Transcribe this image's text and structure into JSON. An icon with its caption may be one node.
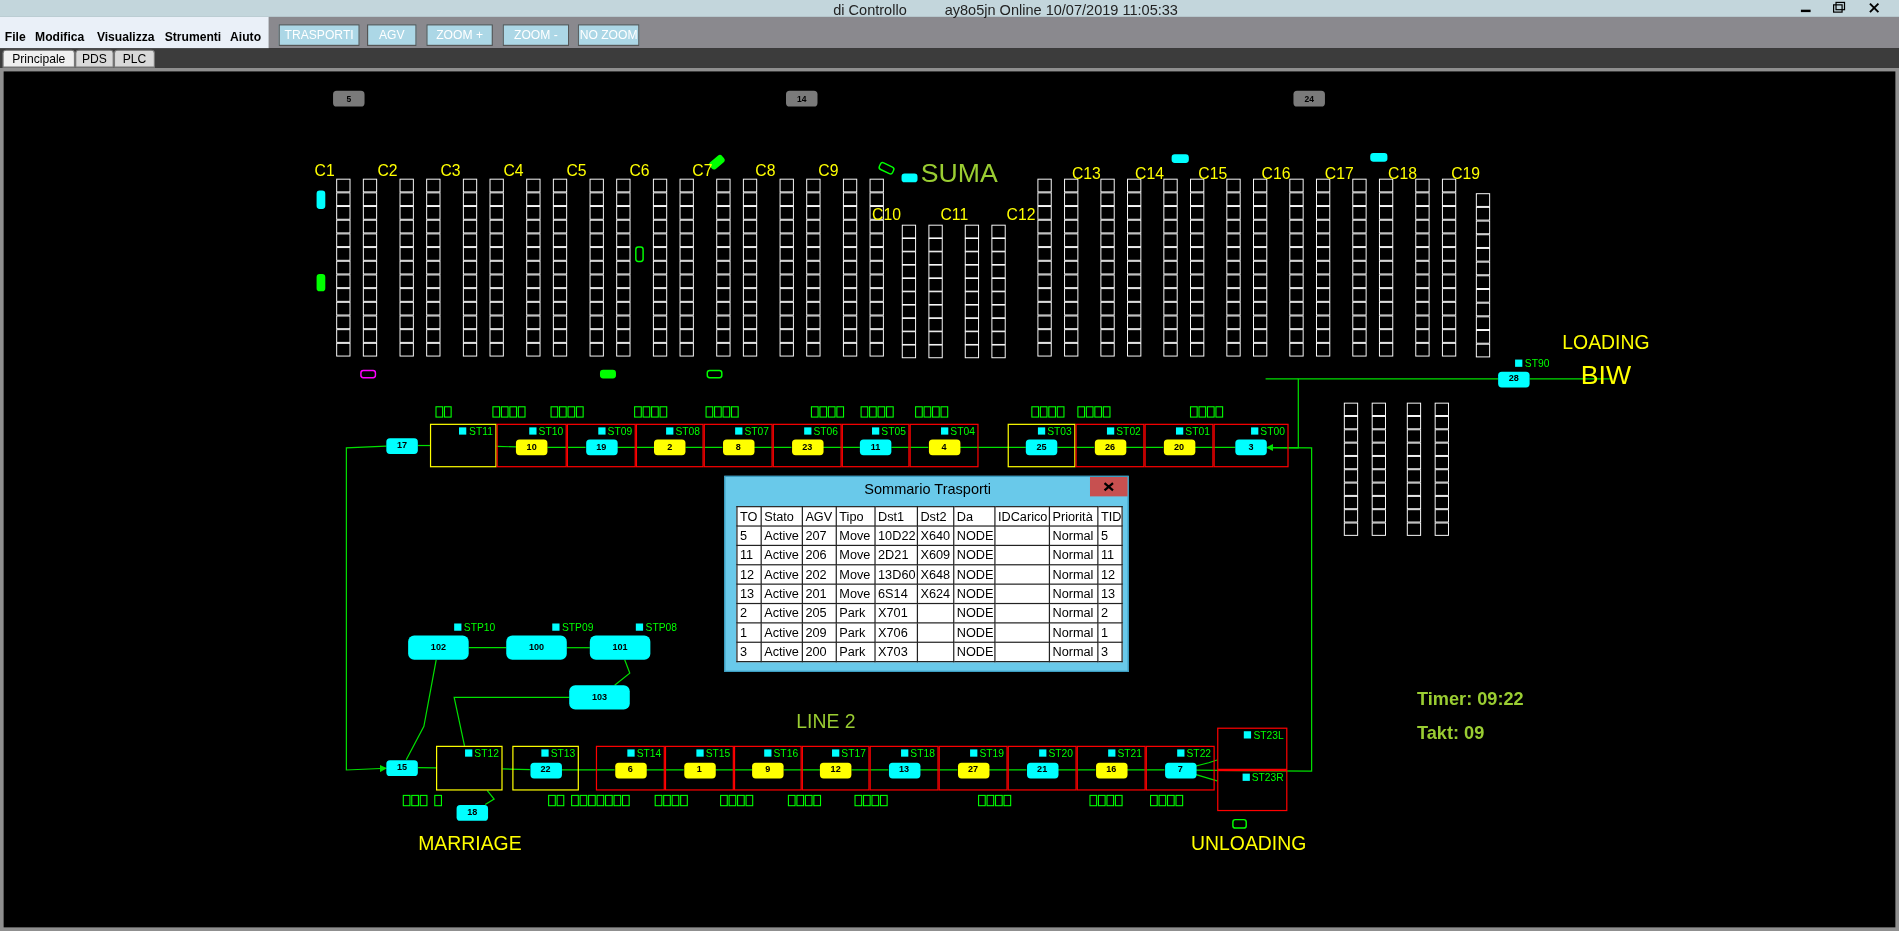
{
  "diagram": {
    "nodes": [
      {
        "text": [
          "17"
        ]
      },
      {
        "text": [
          "ST11"
        ]
      },
      {
        "text": [
          "ST10"
        ]
      },
      {
        "text": [
          "10"
        ],
        "in": 2
      },
      {
        "text": [
          "ST09"
        ]
      },
      {
        "text": [
          "19"
        ],
        "in": 4
      },
      {
        "text": [
          "ST08"
        ]
      },
      {
        "text": [
          "2"
        ],
        "in": 6
      },
      {
        "text": [
          "ST07"
        ]
      },
      {
        "text": [
          "8"
        ],
        "in": 8
      },
      {
        "text": [
          "ST06"
        ]
      },
      {
        "text": [
          "23"
        ],
        "in": 10
      },
      {
        "text": [
          "ST05"
        ]
      },
      {
        "text": [
          "11"
        ],
        "in": 12
      },
      {
        "text": [
          "ST04"
        ]
      },
      {
        "text": [
          "4"
        ],
        "in": 14
      },
      {
        "text": [
          "ST03"
        ]
      },
      {
        "text": [
          "25"
        ],
        "in": 16
      },
      {
        "text": [
          "ST02"
        ]
      },
      {
        "text": [
          "26"
        ],
        "in": 18
      },
      {
        "text": [
          "ST01"
        ]
      },
      {
        "text": [
          "20"
        ],
        "in": 20
      },
      {
        "text": [
          "ST00"
        ]
      },
      {
        "text": [
          "3"
        ],
        "in": 22
      },
      {
        "text": [
          "28"
        ],
        "beside": [
          "ST90"
        ]
      },
      {
        "text": [
          "102"
        ],
        "beside": [
          "STP10"
        ]
      },
      {
        "text": [
          "100"
        ],
        "beside": [
          "STP09"
        ]
      },
      {
        "text": [
          "101"
        ],
        "beside": [
          "STP08"
        ]
      },
      {
        "text": [
          "103"
        ]
      },
      {
        "text": [
          "15"
        ]
      },
      {
        "text": [
          "ST12"
        ]
      },
      {
        "text": [
          "18"
        ]
      },
      {
        "text": [
          "ST13"
        ]
      },
      {
        "text": [
          "22"
        ],
        "in": 32
      },
      {
        "text": [
          "ST14"
        ]
      },
      {
        "text": [
          "6"
        ],
        "in": 34
      },
      {
        "text": [
          "ST15"
        ]
      },
      {
        "text": [
          "1"
        ],
        "in": 36
      },
      {
        "text": [
          "ST16"
        ]
      },
      {
        "text": [
          "9"
        ],
        "in": 38
      },
      {
        "text": [
          "ST17"
        ]
      },
      {
        "text": [
          "12"
        ],
        "in": 40
      },
      {
        "text": [
          "ST18"
        ]
      },
      {
        "text": [
          "13"
        ],
        "in": 42
      },
      {
        "text": [
          "ST19"
        ]
      },
      {
        "text": [
          "27"
        ],
        "in": 44
      },
      {
        "text": [
          "ST20"
        ]
      },
      {
        "text": [
          "21"
        ],
        "in": 46
      },
      {
        "text": [
          "ST21"
        ]
      },
      {
        "text": [
          "16"
        ],
        "in": 48
      },
      {
        "text": [
          "ST22"
        ]
      },
      {
        "text": [
          "7"
        ],
        "in": 50
      },
      {
        "text": [
          "ST23L"
        ]
      },
      {
        "text": [
          "ST23R"
        ]
      }
    ],
    "edges": [
      {
        "from": 0,
        "to": 1,
        "arrow": "none"
      },
      {
        "from": 1,
        "to": 3,
        "arrow": "none"
      },
      {
        "from": 3,
        "to": 5,
        "arrow": "none"
      },
      {
        "from": 5,
        "to": 7,
        "arrow": "none"
      },
      {
        "from": 7,
        "to": 9,
        "arrow": "none"
      },
      {
        "from": 9,
        "to": 11,
        "arrow": "none"
      },
      {
        "from": 11,
        "to": 13,
        "arrow": "none"
      },
      {
        "from": 13,
        "to": 15,
        "arrow": "none"
      },
      {
        "from": 15,
        "to": 17,
        "arrow": "none"
      },
      {
        "from": 17,
        "to": 19,
        "arrow": "none"
      },
      {
        "from": 19,
        "to": 21,
        "arrow": "none"
      },
      {
        "from": 21,
        "to": 23,
        "arrow": "none"
      },
      {
        "from": 23,
        "to": 24,
        "arrow": "none"
      },
      {
        "from": 51,
        "to": 23,
        "arrow": "to"
      },
      {
        "from": 0,
        "to": 29,
        "arrow": "to"
      },
      {
        "from": 29,
        "to": 30,
        "arrow": "none"
      },
      {
        "from": 30,
        "to": 33,
        "arrow": "none"
      },
      {
        "from": 33,
        "to": 35,
        "arrow": "none"
      },
      {
        "from": 35,
        "to": 37,
        "arrow": "none"
      },
      {
        "from": 37,
        "to": 39,
        "arrow": "none"
      },
      {
        "from": 39,
        "to": 41,
        "arrow": "none"
      },
      {
        "from": 41,
        "to": 43,
        "arrow": "none"
      },
      {
        "from": 43,
        "to": 45,
        "arrow": "none"
      },
      {
        "from": 45,
        "to": 47,
        "arrow": "none"
      },
      {
        "from": 47,
        "to": 49,
        "arrow": "none"
      },
      {
        "from": 49,
        "to": 51,
        "arrow": "none"
      },
      {
        "from": 51,
        "to": 52,
        "arrow": "none"
      },
      {
        "from": 51,
        "to": 53,
        "arrow": "none"
      },
      {
        "from": 25,
        "to": 26,
        "arrow": "none"
      },
      {
        "from": 26,
        "to": 27,
        "arrow": "none"
      },
      {
        "from": 27,
        "to": 28,
        "arrow": "none"
      },
      {
        "from": 28,
        "to": 30,
        "arrow": "none"
      },
      {
        "from": 25,
        "to": 29,
        "arrow": "none"
      },
      {
        "from": 30,
        "to": 31,
        "arrow": "none"
      }
    ],
    "labels": [
      "di Controllo",
      "ay8o5jn Online 10/07/2019 11:05:33",
      "File",
      "Modifica",
      "Visualizza",
      "Strumenti",
      "Aiuto",
      "TRASPORTI",
      "AGV",
      "ZOOM +",
      "ZOOM -",
      "NO ZOOM",
      "Principale",
      "PDS",
      "PLC",
      "5",
      "14",
      "24",
      "C1",
      "C2",
      "C3",
      "C4",
      "C5",
      "C6",
      "C7",
      "C8",
      "C9",
      "SUMA",
      "C13",
      "C14",
      "C15",
      "C16",
      "C17",
      "C18",
      "C19",
      "C10",
      "C11",
      "C12",
      "LOADING",
      "BIW",
      "Sommario Trasporti",
      "TO",
      "Stato",
      "AGV",
      "Tipo",
      "Dst1",
      "Dst2",
      "Da",
      "IDCarico",
      "Priorità",
      "TID",
      "5",
      "Active",
      "207",
      "Move",
      "10D22",
      "X640",
      "NODE",
      "Normal",
      "5",
      "11",
      "Active",
      "206",
      "Move",
      "2D21",
      "X609",
      "NODE",
      "Normal",
      "11",
      "12",
      "Active",
      "202",
      "Move",
      "13D60",
      "X648",
      "NODE",
      "Normal",
      "12",
      "13",
      "Active",
      "201",
      "Move",
      "6S14",
      "X624",
      "NODE",
      "Normal",
      "13",
      "2",
      "Active",
      "205",
      "Park",
      "X701",
      "NODE",
      "Normal",
      "2",
      "1",
      "Active",
      "209",
      "Park",
      "X706",
      "NODE",
      "Normal",
      "1",
      "3",
      "Active",
      "200",
      "Park",
      "X703",
      "NODE",
      "Normal",
      "3",
      "Timer: 09:22",
      "LINE 2",
      "Takt: 09",
      "MARRIAGE",
      "UNLOADING"
    ]
  }
}
